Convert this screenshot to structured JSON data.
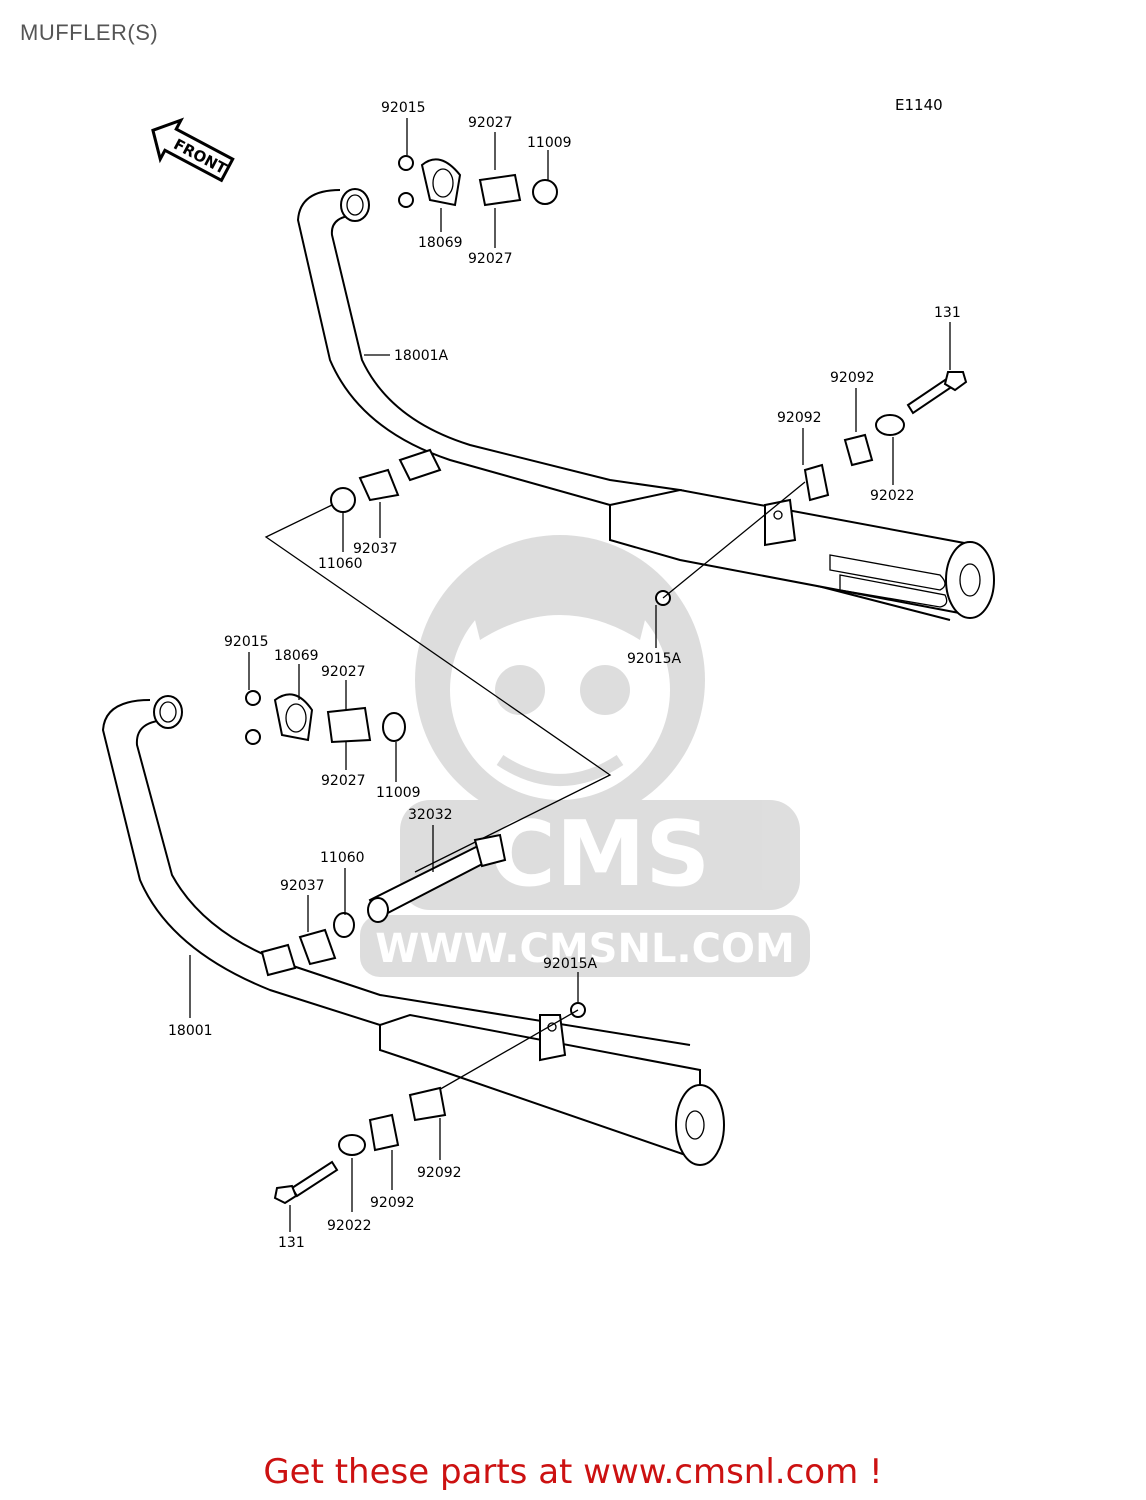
{
  "page": {
    "title": "MUFFLER(S)"
  },
  "diagram": {
    "code": "E1140",
    "front_arrow_text": "FRONT",
    "watermark": {
      "brand": "CMS",
      "url": "WWW.CMSNL.COM"
    },
    "labels": {
      "l_92015_top": "92015",
      "l_92027_top": "92027",
      "l_11009_top": "11009",
      "l_18069_top": "18069",
      "l_92027_top_b": "92027",
      "l_18001A": "18001A",
      "l_131_right": "131",
      "l_92092_r1": "92092",
      "l_92092_r2": "92092",
      "l_92022_right": "92022",
      "l_92037_upper": "92037",
      "l_11060_upper": "11060",
      "l_92015A_upper": "92015A",
      "l_92015_lower": "92015",
      "l_18069_lower": "18069",
      "l_92027_lower": "92027",
      "l_92027_lower_b": "92027",
      "l_11009_lower": "11009",
      "l_32032": "32032",
      "l_11060_lower": "11060",
      "l_92037_lower": "92037",
      "l_92015A_lower": "92015A",
      "l_18001": "18001",
      "l_92092_l1": "92092",
      "l_92092_l2": "92092",
      "l_92022_left": "92022",
      "l_131_left": "131"
    }
  },
  "footer": {
    "text": "Get these parts at www.cmsnl.com !"
  }
}
